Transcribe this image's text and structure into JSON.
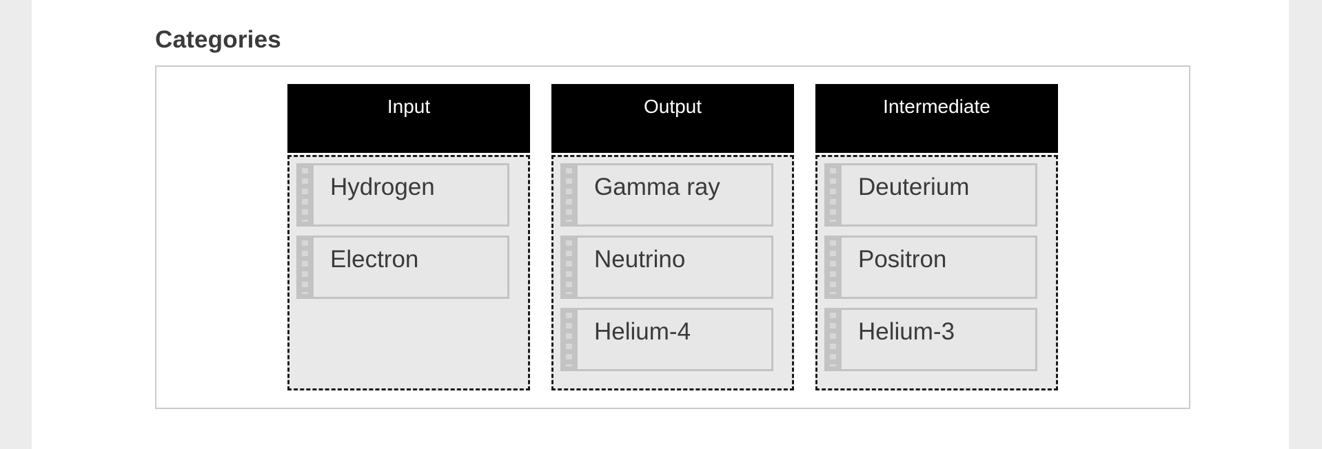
{
  "page": {
    "title": "Categories"
  },
  "colors": {
    "page_bg": "#ececec",
    "panel_bg": "#ffffff",
    "heading_text": "#3b3b3b",
    "box_border": "#cacaca",
    "category_header_bg": "#000000",
    "category_header_text": "#ffffff",
    "dropzone_bg": "#e9e9e9",
    "dropzone_dashed_border": "#1b1b1b",
    "card_frame": "#c3c3c3",
    "card_bg": "#e7e7e7",
    "card_text": "#3a3a3a",
    "drag_handle_dots": "#d7d7d7"
  },
  "categories": [
    {
      "label": "Input",
      "items": [
        "Hydrogen",
        "Electron"
      ]
    },
    {
      "label": "Output",
      "items": [
        "Gamma ray",
        "Neutrino",
        "Helium-4"
      ]
    },
    {
      "label": "Intermediate",
      "items": [
        "Deuterium",
        "Positron",
        "Helium-3"
      ]
    }
  ]
}
